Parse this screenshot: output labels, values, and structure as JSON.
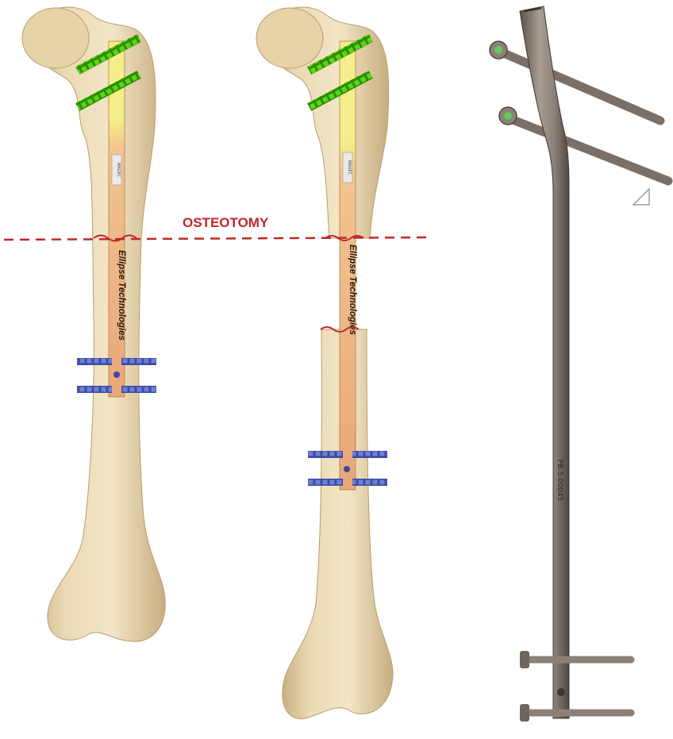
{
  "labels": {
    "osteotomy": "OSTEOTOMY",
    "brand_left": "Ellipse Technologies",
    "brand_right": "Ellipse Technologies",
    "tag_left": "MAGEC",
    "tag_right": "MAGEC",
    "rod_part_number": "PB-5-00045"
  },
  "colors": {
    "bone": "#ead9b4",
    "bone_shadow": "#c9b184",
    "osteotomy_line": "#c0272d",
    "proximal_screw": "#3cb400",
    "distal_screw": "#3b4aa8",
    "nail_proximal": "#f4ef8a",
    "nail_distal": "#e9a77a",
    "rod_metal": "#8c8178"
  }
}
